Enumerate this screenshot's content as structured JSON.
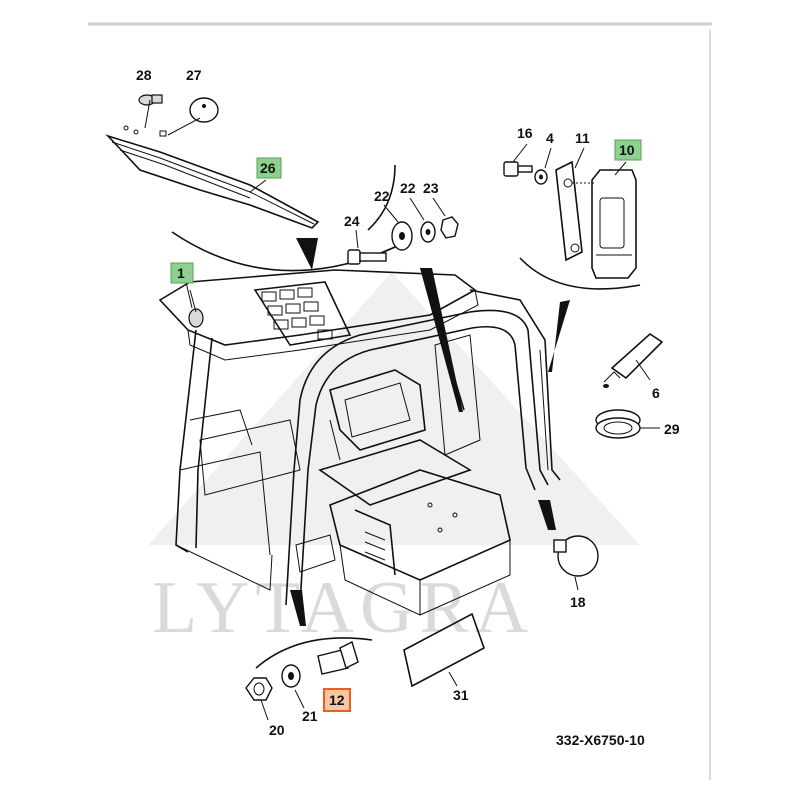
{
  "callouts": [
    {
      "id": "c28",
      "text": "28",
      "style": "plain"
    },
    {
      "id": "c27",
      "text": "27",
      "style": "plain"
    },
    {
      "id": "c26",
      "text": "26",
      "style": "green"
    },
    {
      "id": "c16",
      "text": "16",
      "style": "plain"
    },
    {
      "id": "c4",
      "text": "4",
      "style": "plain"
    },
    {
      "id": "c11",
      "text": "11",
      "style": "plain"
    },
    {
      "id": "c10",
      "text": "10",
      "style": "green"
    },
    {
      "id": "c22a",
      "text": "22",
      "style": "plain"
    },
    {
      "id": "c22b",
      "text": "22",
      "style": "plain"
    },
    {
      "id": "c23",
      "text": "23",
      "style": "plain"
    },
    {
      "id": "c24",
      "text": "24",
      "style": "plain"
    },
    {
      "id": "c1",
      "text": "1",
      "style": "green"
    },
    {
      "id": "c6",
      "text": "6",
      "style": "plain"
    },
    {
      "id": "c29",
      "text": "29",
      "style": "plain"
    },
    {
      "id": "c18",
      "text": "18",
      "style": "plain"
    },
    {
      "id": "c20",
      "text": "20",
      "style": "plain"
    },
    {
      "id": "c21",
      "text": "21",
      "style": "plain"
    },
    {
      "id": "c12",
      "text": "12",
      "style": "orange"
    },
    {
      "id": "c31",
      "text": "31",
      "style": "plain"
    }
  ],
  "drawing_code": "332-X6750-10",
  "watermark": "LYTAGRA",
  "colors": {
    "green": "#8ed18e",
    "orange": "#f7c6a3",
    "orange_border": "#e8611a",
    "line": "#111111"
  }
}
